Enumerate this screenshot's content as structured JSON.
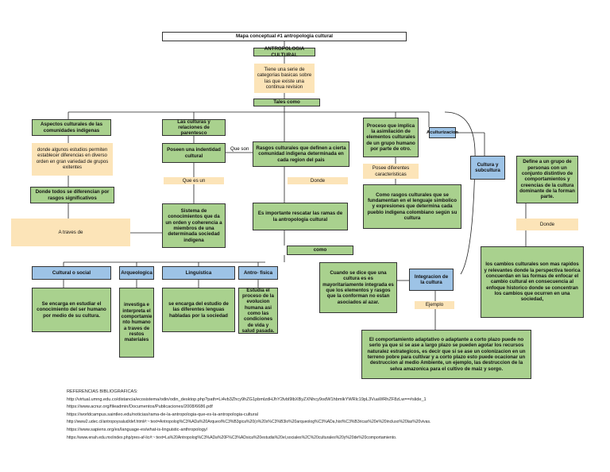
{
  "title": "Mapa conceptual #1 antropologia cultural",
  "root": "ANTROPOLOGIA CULTURAL",
  "root_desc": "Tiene una serie de categorias basicas sobre las que existe una continua revision",
  "tales_como": "Tales como",
  "col1": {
    "head": "Aspectos culturales de las comunidades indigenas",
    "desc": "donde algunos estudios permiten establecer diferencias en diverso orden  en gran variedad de grupos exitentes",
    "node": "Donde todos se diferencian por rasgos significativos",
    "a_traves": "A traves de"
  },
  "col2": {
    "head": "Las culturas y relaciones de parentesco",
    "node": "Poseen una indentidad cultural",
    "que_son": "Que son",
    "que_es_un": "Que es un",
    "sistema": "Sistema de conocimientos que da un orden y coherencia a miembros de una  determinada sociedad indigena"
  },
  "col3": {
    "rasgos": "Rasgos culturales que definen a cierta comunidad indigena determinada en cada region del pais",
    "donde": "Donde",
    "importante": "Es importante rescatar las ramas de la antropologia cultural",
    "como": "como"
  },
  "branches": [
    {
      "head": "Cultural o social",
      "desc": "Se encarga en estudiar el conocimiento del ser humano por medio de su cultura."
    },
    {
      "head": "Arqueologica",
      "desc": "investiga e interpreta el comportamie nto humano a traves de restos materiales"
    },
    {
      "head": "Linguistica",
      "desc": "se encarga del estudio de las diferentes lenguas habladas por la sociedad"
    },
    {
      "head": "Antro- fisica",
      "desc": "Estudia el proceso de la evolucion humana  asi como las condiciones de vida y salud pasada."
    }
  ],
  "col4": {
    "proceso": "Proceso que implica la asimilación de elementos culturales de un grupo humano por parte de otro.",
    "acult": "Aculturizacion",
    "posee": "Posee diferentes caracteristicas",
    "como_rasgos": "Como rasgos culturales que se fundamentan en el lenguaje simbolico y expresiones que determina cada pueblo indigena colombiano según su cultura"
  },
  "integ": {
    "cuando": "Cuando se dice que una cultura es es mayoritariamente integrada es que los elementos y rasgos que la conforman no estan asociados al azar.",
    "head": "Integracion de la cultura",
    "ejemplo": "Ejemplo",
    "comport": "El comportamiento adaptativo o adaptante a corto plazo puede no serlo ya que si se ase a largo plazo se pueden agotar los recursos naturalez estrategicos, es decir que si se ase un colonizacion en un terreno pobre para cultivar y a corto plazo esto puede ocacionar un destruccion al medio Ambiente, un ejemplo, las destruccion de la selva amazonica para el cultivo de maiz y sorgo."
  },
  "col5": {
    "cult_sub": "Cultura y subcultura",
    "define": "Define a un grupo de personas con un conjunto distintivo de comportamientos y creencias de la cultura dominante de la forman parte.",
    "donde": "Donde",
    "cambios": "los cambios culturales son mas rapidos  y relevantes donde la perspectiva teorica concuerdan en las formas de enfocar el cambio cultural en consecuencia al enfoque historico donde se concentran los cambios que ocurren en una sociedad,"
  },
  "refs_title": "REFERENCIAS BIBLIOGRAFICAS:",
  "refs": [
    "http://virtual.umng.edu.co/distancia/ecosistema/odin/odin_desktop.php?path=Li4vb3Zhcy9hZG1pbmlzdHJhY2lvbl9lbXByZXNhcy9odW1hbmlkYWRlc19pL3VuaWRhZF8zLw==#slide_1",
    "https://www.acnur.org/fileadmin/Documentos/Publicaciones/2008/6686.pdf",
    "https://worldcampus.saintleo.edu/noticias/rama-de-la-antropologia-que-es-la-antropologia-cultural",
    "http://www2.udec.cl/antropoysalud/def.html#:~:text=Antropolog%C3%ADa%20Arqueol%C3%B3gica%20(o%20s%C3%B3lo%20arqueolog%C3%ADa,hist%C3%B3ricas%20e%20incluso%20las%20vivas.",
    "https://www.sapiens.org/es/language-es/what-is-linguistic-anthropology/",
    "https://www.enah.edu.mx/index.php/pres-af-lic#:~:text=La%20Antropolog%C3%ADa%20F%C3%ADsica%20estudia%20el,sociales%2C%20culturales%20y%20de%20comportamiento."
  ],
  "colors": {
    "green": "#a9d18e",
    "blue": "#9dc3e6",
    "orange": "#fce4b8"
  }
}
